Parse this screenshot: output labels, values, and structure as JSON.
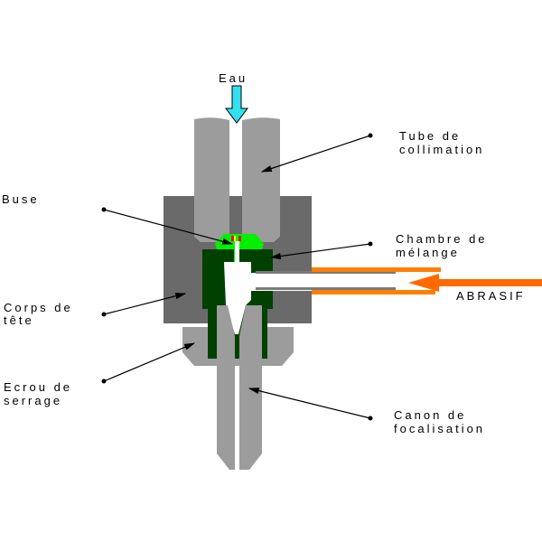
{
  "labels": {
    "eau": "Eau",
    "tube_1": "Tube de",
    "tube_2": "collimation",
    "buse": "Buse",
    "chambre_1": "Chambre de",
    "chambre_2": "mélange",
    "abrasif": "ABRASIF",
    "corps_1": "Corps de",
    "corps_2": "tête",
    "ecrou_1": "Ecrou de",
    "ecrou_2": "serrage",
    "canon_1": "Canon de",
    "canon_2": "focalisation"
  },
  "colors": {
    "water_arrow": "#33e0f0",
    "abrasive": "#ff7f00",
    "light_gray": "#9c9c9c",
    "dark_gray": "#6a6a6a",
    "nozzle": "#00f000",
    "chamber": "#004000"
  }
}
